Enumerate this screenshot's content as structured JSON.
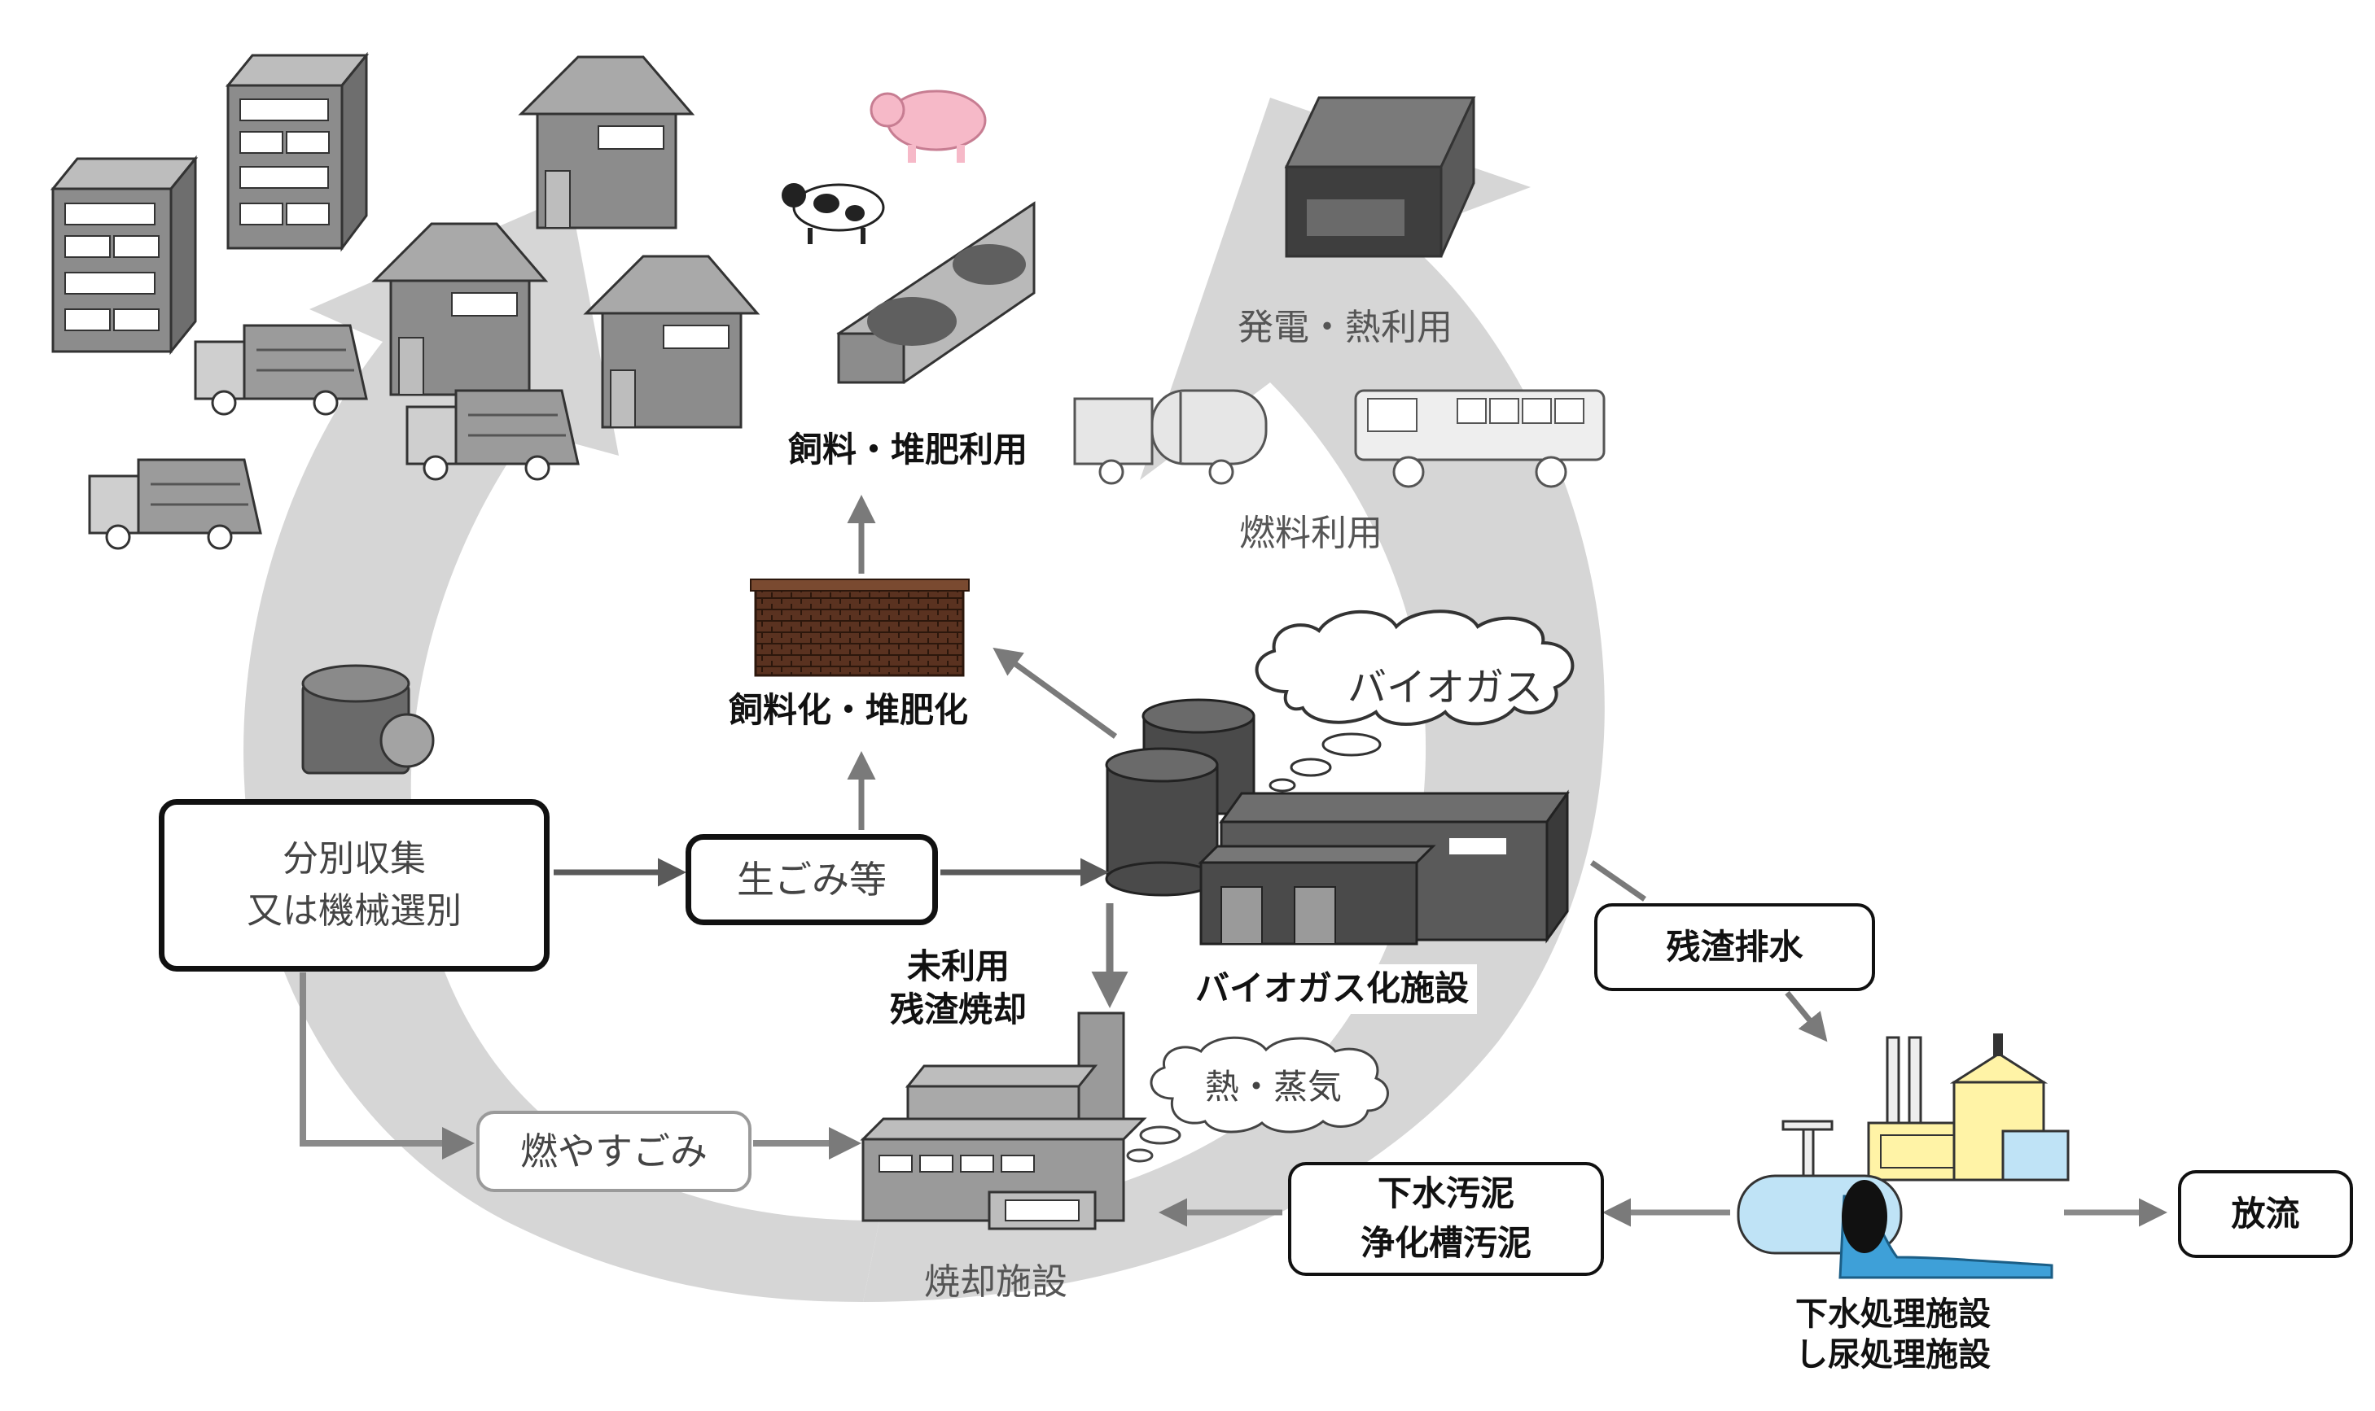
{
  "labels": {
    "power_heat": "発電・熱利用",
    "feed_compost_use": "飼料・堆肥利用",
    "fuel_use": "燃料利用",
    "feed_compost_making": "飼料化・堆肥化",
    "biogas": "バイオガス",
    "separate_collection_line1": "分別収集",
    "separate_collection_line2": "又は機械選別",
    "food_waste": "生ごみ等",
    "unused_residue_line1": "未利用",
    "unused_residue_line2": "残渣焼却",
    "biogas_facility": "バイオガス化施設",
    "residue_wastewater": "残渣排水",
    "heat_steam": "熱・蒸気",
    "burnable_waste": "燃やすごみ",
    "sludge_line1": "下水汚泥",
    "sludge_line2": "浄化槽汚泥",
    "discharge": "放流",
    "incineration_facility": "焼却施設",
    "sewage_plant_line1": "下水処理施設",
    "sewage_plant_line2": "し尿処理施設"
  },
  "colors": {
    "cycle_arrow": "#d6d6d6",
    "flow_arrow": "#7a7a7a",
    "building": "#8c8c8c",
    "dark_machine": "#4a4a4a",
    "brick": "#5a3220",
    "water": "#3ea0d8",
    "factory_yellow": "#fff3a6",
    "pig": "#f6b9c8"
  }
}
